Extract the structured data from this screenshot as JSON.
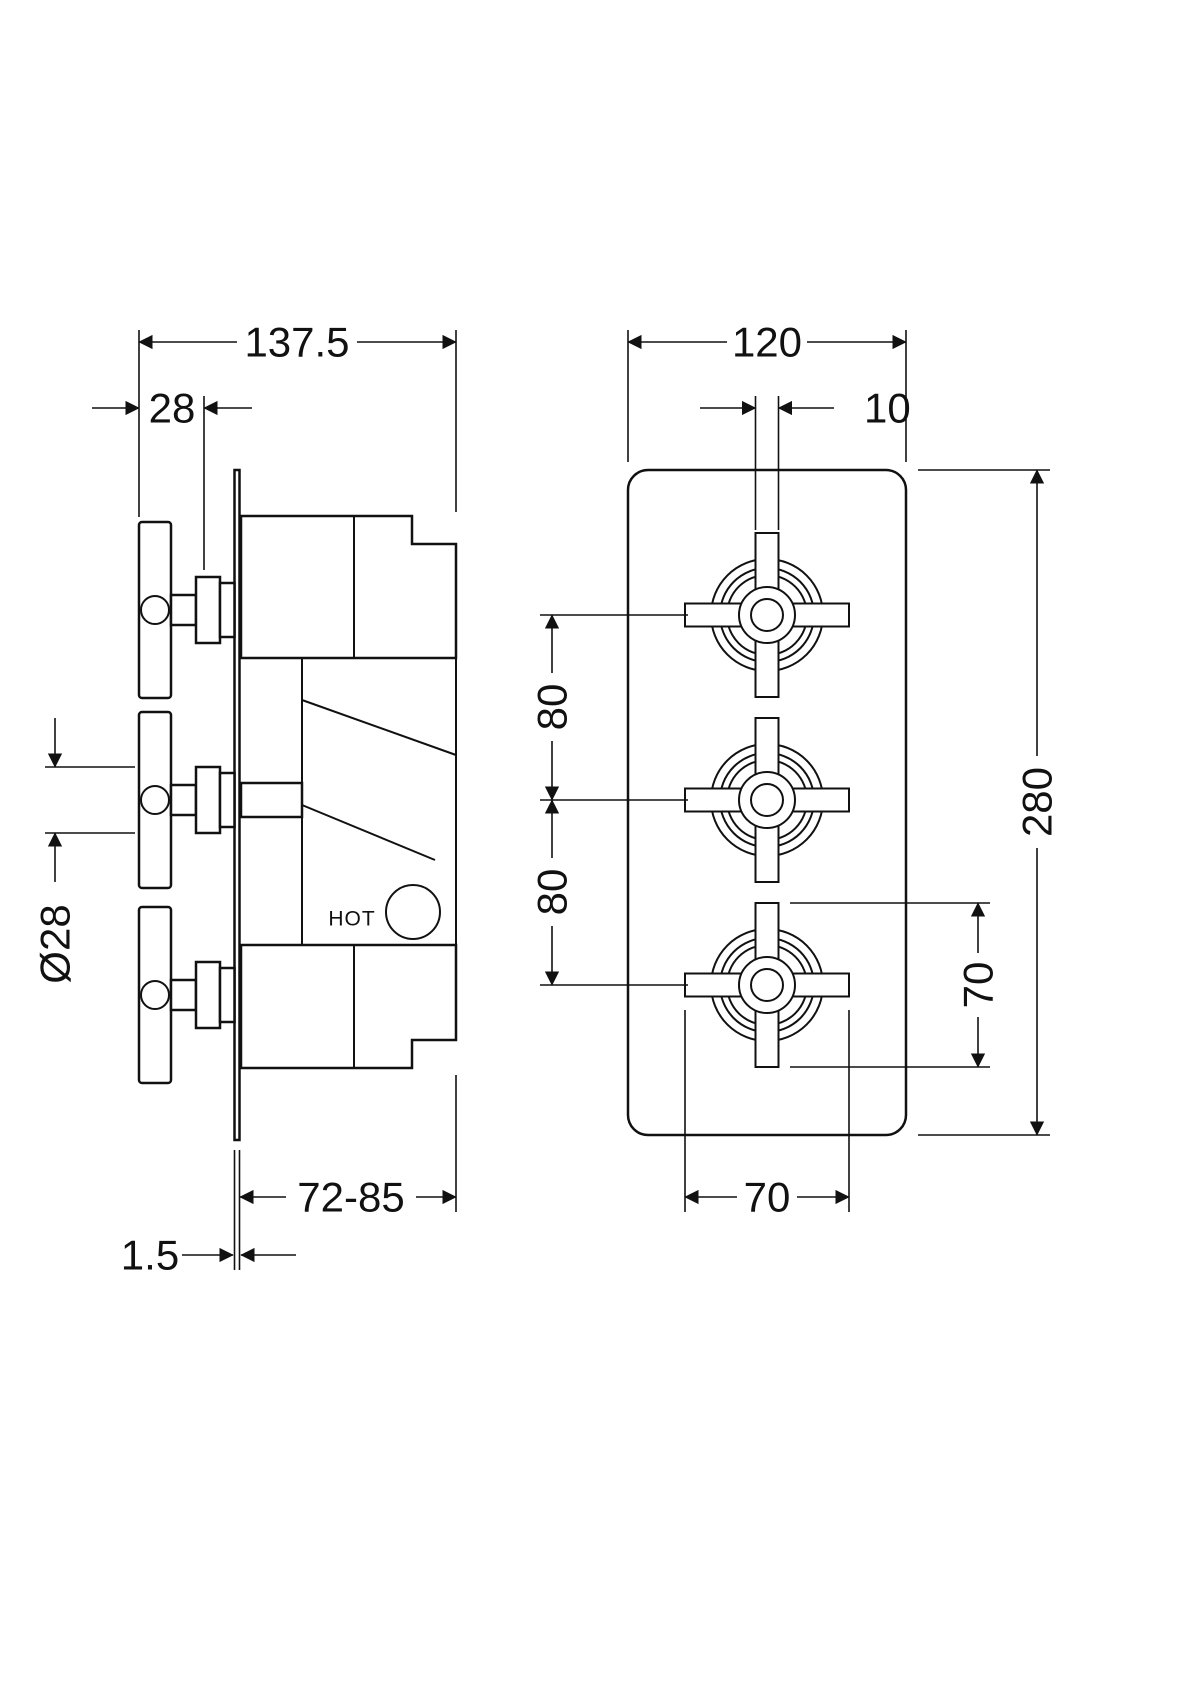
{
  "drawing": {
    "side_view": {
      "dim_overall_width": "137.5",
      "dim_handle_offset": "28",
      "dim_handle_diameter": "Ø28",
      "dim_mounting_depth": "72-85",
      "dim_plate_thickness": "1.5",
      "hot_label": "HOT"
    },
    "front_view": {
      "dim_plate_width": "120",
      "dim_arm_width": "10",
      "dim_spacing_upper": "80",
      "dim_spacing_lower": "80",
      "dim_plate_height": "280",
      "dim_handle_span_vertical": "70",
      "dim_handle_span_horizontal": "70"
    },
    "colors": {
      "line": "#111111",
      "background": "#ffffff"
    }
  }
}
